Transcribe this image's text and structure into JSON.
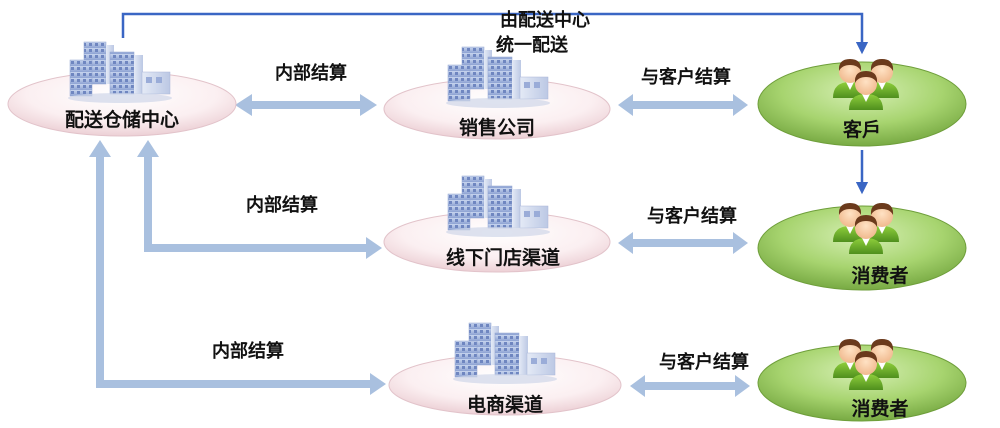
{
  "nodes": {
    "warehouse": "配送仓储中心",
    "sales_company": "销售公司",
    "offline_store": "线下门店渠道",
    "ecommerce": "电商渠道",
    "customer": "客戶",
    "consumer_1": "消费者",
    "consumer_2": "消费者"
  },
  "labels": {
    "unified_delivery_line1": "由配送中心",
    "unified_delivery_line2": "统一配送",
    "internal_settlement_1": "内部结算",
    "internal_settlement_2": "内部结算",
    "internal_settlement_3": "内部结算",
    "customer_settlement_1": "与客户结算",
    "customer_settlement_2": "与客户结算",
    "customer_settlement_3": "与客户结算"
  },
  "colors": {
    "connector_blue": "#3a66c4",
    "arrow_light_blue": "#a9c0df",
    "pink_disc": "#f6e7ea",
    "green_disc": "#9ccd63"
  },
  "icons": {
    "building": "office-buildings-icon",
    "people": "people-group-icon"
  }
}
